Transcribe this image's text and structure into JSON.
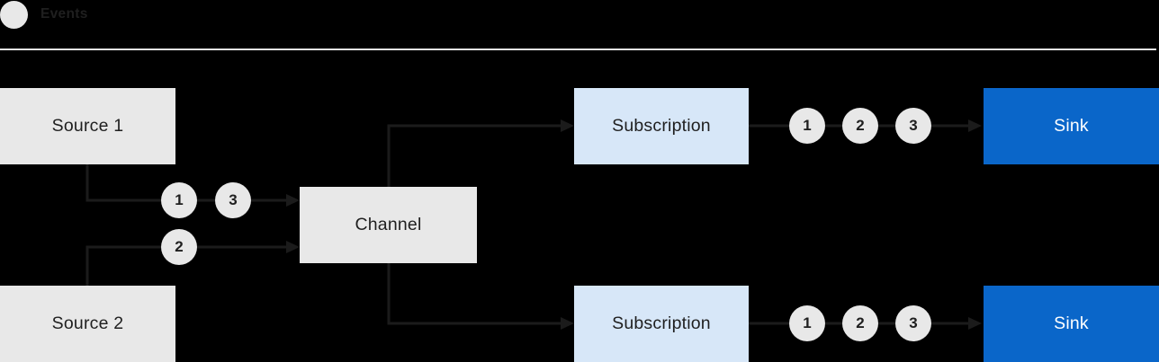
{
  "legend": {
    "label": "Events"
  },
  "nodes": {
    "source1": {
      "label": "Source 1"
    },
    "source2": {
      "label": "Source 2"
    },
    "channel": {
      "label": "Channel"
    },
    "subscription_top": {
      "label": "Subscription"
    },
    "subscription_bottom": {
      "label": "Subscription"
    },
    "sink_top": {
      "label": "Sink"
    },
    "sink_bottom": {
      "label": "Sink"
    }
  },
  "events": {
    "source1_to_channel": [
      "1",
      "3"
    ],
    "source2_to_channel": [
      "2"
    ],
    "subscription_top_to_sink": [
      "1",
      "2",
      "3"
    ],
    "subscription_bottom_to_sink": [
      "1",
      "2",
      "3"
    ]
  },
  "colors": {
    "background": "#000000",
    "box_gray": "#E8E8E8",
    "box_light_blue": "#D7E7F8",
    "box_blue": "#0A66C9",
    "line_dark": "#1B1B1B",
    "separator": "#E4E4E4",
    "text_dark": "#1F1F1F",
    "text_white": "#FFFFFF"
  }
}
